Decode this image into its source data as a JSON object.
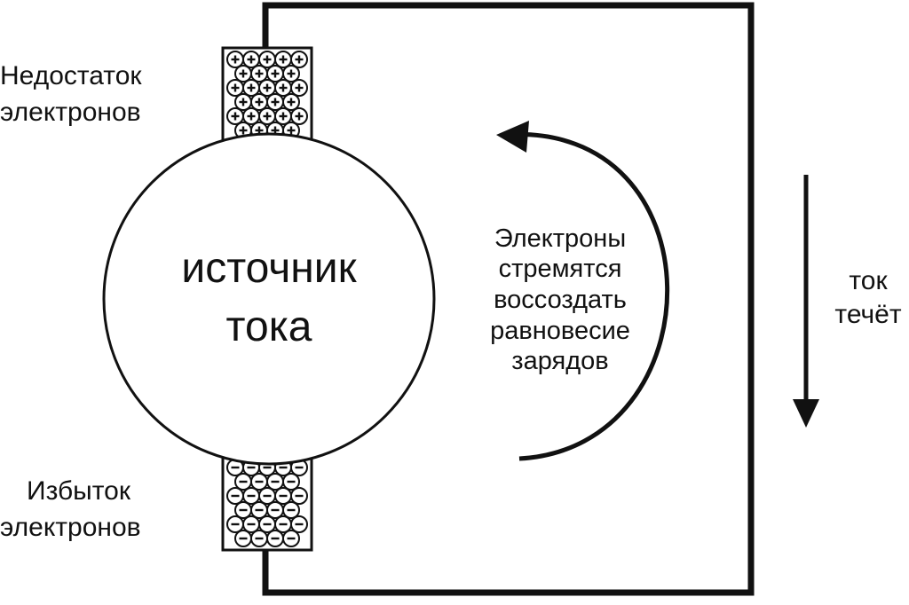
{
  "source_label": [
    "источник",
    "тока"
  ],
  "top_terminal_label": [
    "Недостаток",
    "электронов"
  ],
  "bottom_terminal_label": [
    "Избыток",
    "электронов"
  ],
  "middle_label": [
    "Электроны",
    "стремятся",
    "воссоздать",
    "равновесие",
    "зарядов"
  ],
  "current_label": [
    "ток",
    "течёт"
  ],
  "top_terminal_charge_sign": "+",
  "bottom_terminal_charge_sign": "−",
  "colors": {
    "stroke": "#111111",
    "background": "#ffffff"
  }
}
